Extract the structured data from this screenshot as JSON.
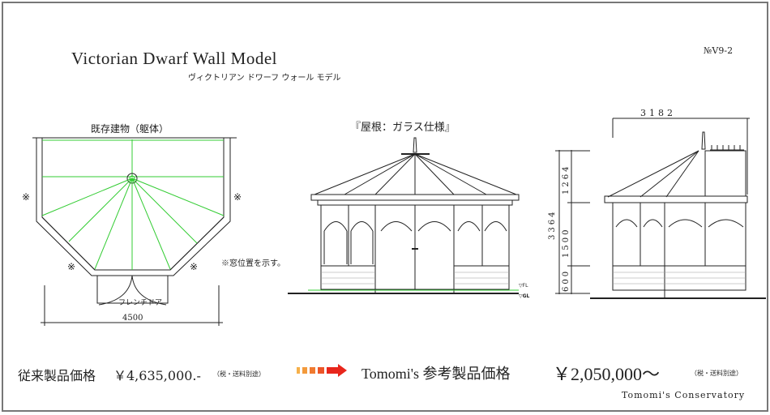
{
  "header": {
    "title": "Victorian Dwarf Wall Model",
    "subtitle": "ヴィクトリアン ドワーフ ウォール モデル",
    "model_no": "№V9-2"
  },
  "plan": {
    "existing_building": "既存建物（躯体）",
    "window_mark": "※",
    "window_note": "※窓位置を示す。",
    "door_label": "フレンチドア",
    "width": "4500"
  },
  "front_elevation": {
    "roof_spec": "『屋根：ガラス仕様』",
    "fl_label": "▽FL",
    "gl_label": "▽GL"
  },
  "side_elevation": {
    "width": "3182",
    "total_height": "3364",
    "roof_height": "1264",
    "window_height": "1500",
    "wall_height": "600"
  },
  "pricing": {
    "old_label": "従来製品価格",
    "old_price": "￥4,635,000.-",
    "old_tax_note": "（税・送料別途）",
    "new_label": "Tomomi's 参考製品価格",
    "new_price": "￥2,050,000～",
    "new_tax_note": "（税・送料別途）",
    "arrow_color": "#e8261c"
  },
  "footer": {
    "company": "Tomomi's Conservatory"
  }
}
